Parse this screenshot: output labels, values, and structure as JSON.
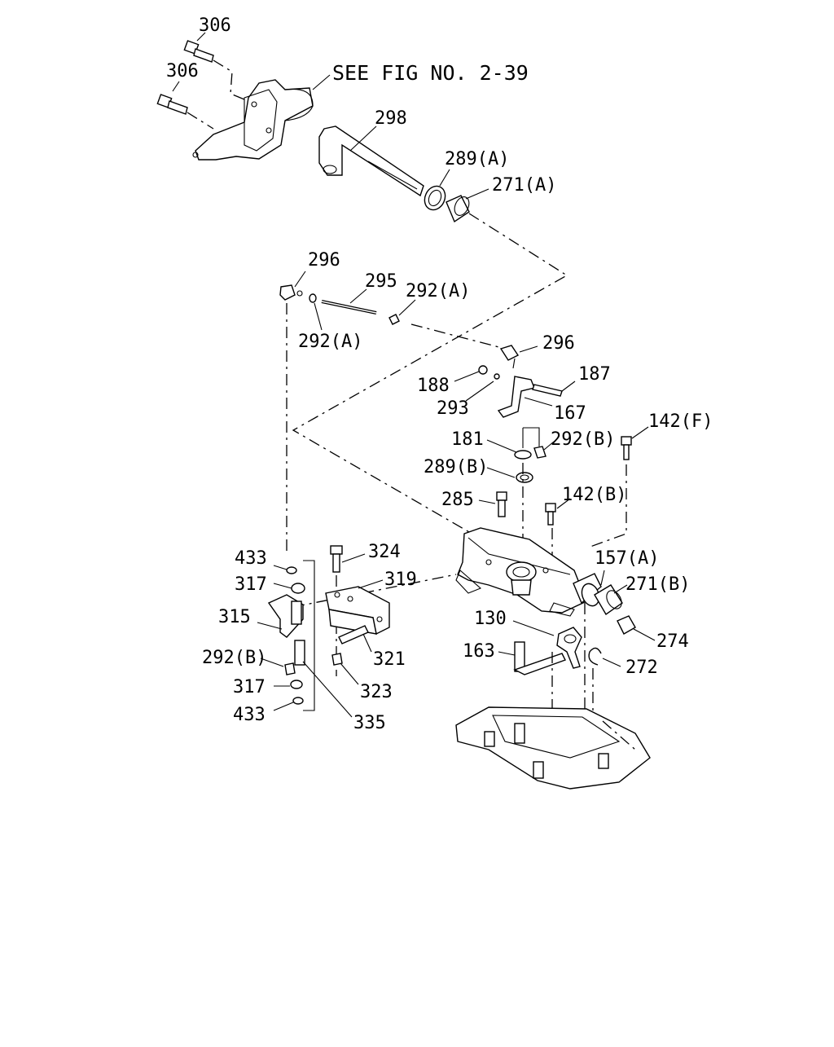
{
  "figure_reference": "SEE FIG NO. 2-39",
  "callouts": {
    "c306a": "306",
    "c306b": "306",
    "c298": "298",
    "c289a": "289(A)",
    "c271a": "271(A)",
    "c296a": "296",
    "c295": "295",
    "c292a1": "292(A)",
    "c292a2": "292(A)",
    "c296b": "296",
    "c187": "187",
    "c188": "188",
    "c293": "293",
    "c167": "167",
    "c181": "181",
    "c292b1": "292(B)",
    "c142f": "142(F)",
    "c289b": "289(B)",
    "c285": "285",
    "c142b": "142(B)",
    "c157a": "157(A)",
    "c271b": "271(B)",
    "c274": "274",
    "c130": "130",
    "c163": "163",
    "c272": "272",
    "c433a": "433",
    "c317a": "317",
    "c315": "315",
    "c292b2": "292(B)",
    "c317b": "317",
    "c433b": "433",
    "c324": "324",
    "c319": "319",
    "c321": "321",
    "c323": "323",
    "c335": "335"
  }
}
